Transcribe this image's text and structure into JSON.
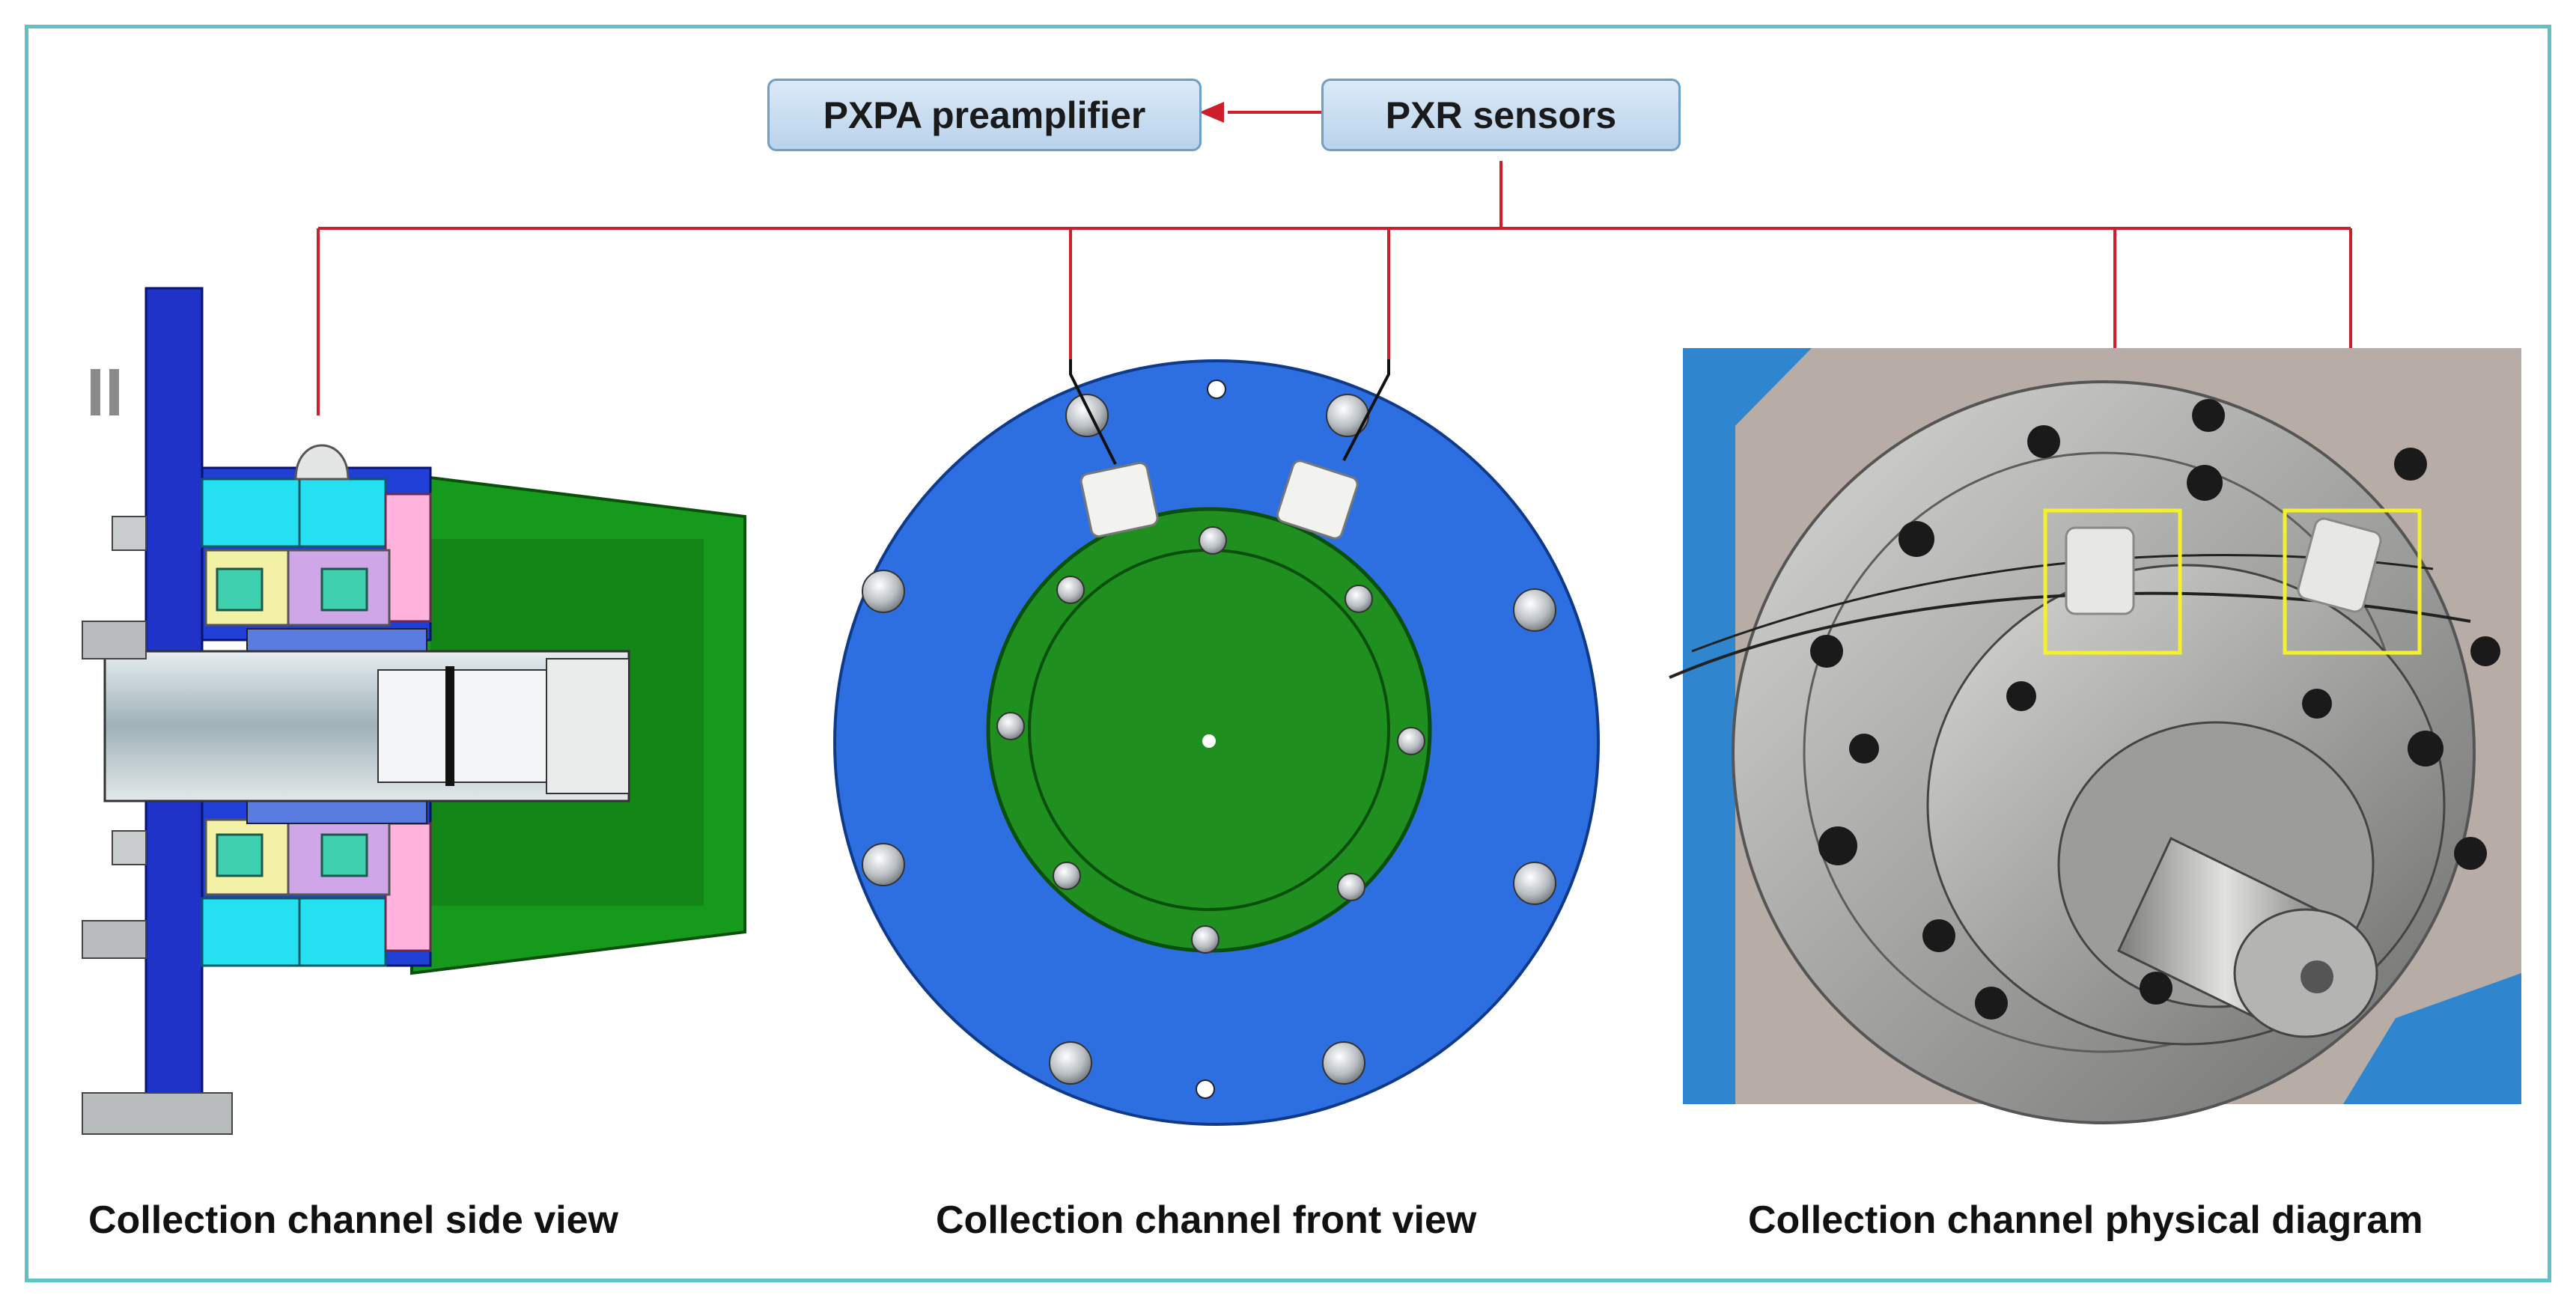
{
  "boxes": {
    "preamp_label": "PXPA preamplifier",
    "sensors_label": "PXR sensors"
  },
  "captions": {
    "side": "Collection channel side view",
    "front": "Collection channel front view",
    "physical": "Collection channel physical diagram"
  },
  "colors": {
    "frame": "#5fc2c6",
    "connector_line": "#cc1f2b",
    "flange_blue": "#2d6fe0",
    "cover_green": "#1f8f1f",
    "highlight_box": "#f3f12a"
  }
}
